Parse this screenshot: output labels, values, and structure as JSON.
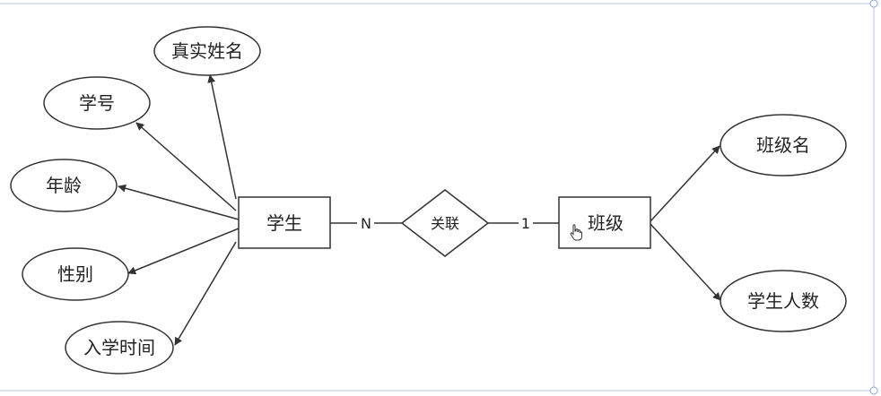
{
  "diagram": {
    "entities": [
      {
        "id": "student",
        "label": "学生"
      },
      {
        "id": "class",
        "label": "班级"
      }
    ],
    "relationship": {
      "id": "relation",
      "label": "关联"
    },
    "cardinality": {
      "student_side": "N",
      "class_side": "1"
    },
    "student_attributes": [
      {
        "id": "real-name",
        "label": "真实姓名"
      },
      {
        "id": "student-id",
        "label": "学号"
      },
      {
        "id": "age",
        "label": "年龄"
      },
      {
        "id": "gender",
        "label": "性别"
      },
      {
        "id": "enroll-time",
        "label": "入学时间"
      }
    ],
    "class_attributes": [
      {
        "id": "class-name",
        "label": "班级名"
      },
      {
        "id": "student-count",
        "label": "学生人数"
      }
    ],
    "colors": {
      "stroke": "#333333",
      "fill": "#ffffff",
      "frame": "#b8c4e8"
    }
  }
}
